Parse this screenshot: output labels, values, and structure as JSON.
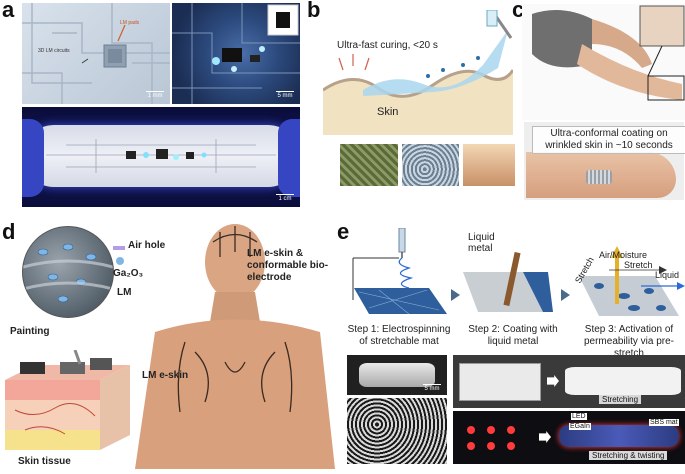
{
  "panel_labels": {
    "a": "a",
    "b": "b",
    "c": "c",
    "d": "d",
    "e": "e"
  },
  "panel_a": {
    "annot_circuits": "3D LM circuits",
    "annot_pads": "LM pads",
    "scale_1": "1 mm",
    "scale_2": "5 mm",
    "scale_3": "1 cm"
  },
  "panel_b": {
    "curing": "Ultra-fast curing, <20 s",
    "skin": "Skin"
  },
  "panel_c": {
    "coating": "Ultra-conformal coating on wrinkled skin in ~10 seconds"
  },
  "panel_d": {
    "air_hole": "Air hole",
    "ga2o3": "Ga₂O₃",
    "lm": "LM",
    "eskin_title": "LM e-skin & conformable bio-electrode",
    "painting": "Painting",
    "lm_eskin": "LM e-skin",
    "skin_tissue": "Skin tissue"
  },
  "panel_e": {
    "liquid_metal": "Liquid metal",
    "air_moisture": "Air/Moisture",
    "stretch_h": "Stretch",
    "liquid": "Liquid",
    "stretch_v": "Stretch",
    "step1": "Step 1: Electrospinning of stretchable mat",
    "step2": "Step 2: Coating with liquid metal",
    "step3": "Step 3: Activation of permeability via pre-stretch",
    "scale_mat": "5 mm",
    "stretching": "Stretching",
    "led": "LED",
    "egain": "EGaIn",
    "sbs_mat": "SBS mat",
    "stretch_twist": "Stretching & twisting"
  }
}
